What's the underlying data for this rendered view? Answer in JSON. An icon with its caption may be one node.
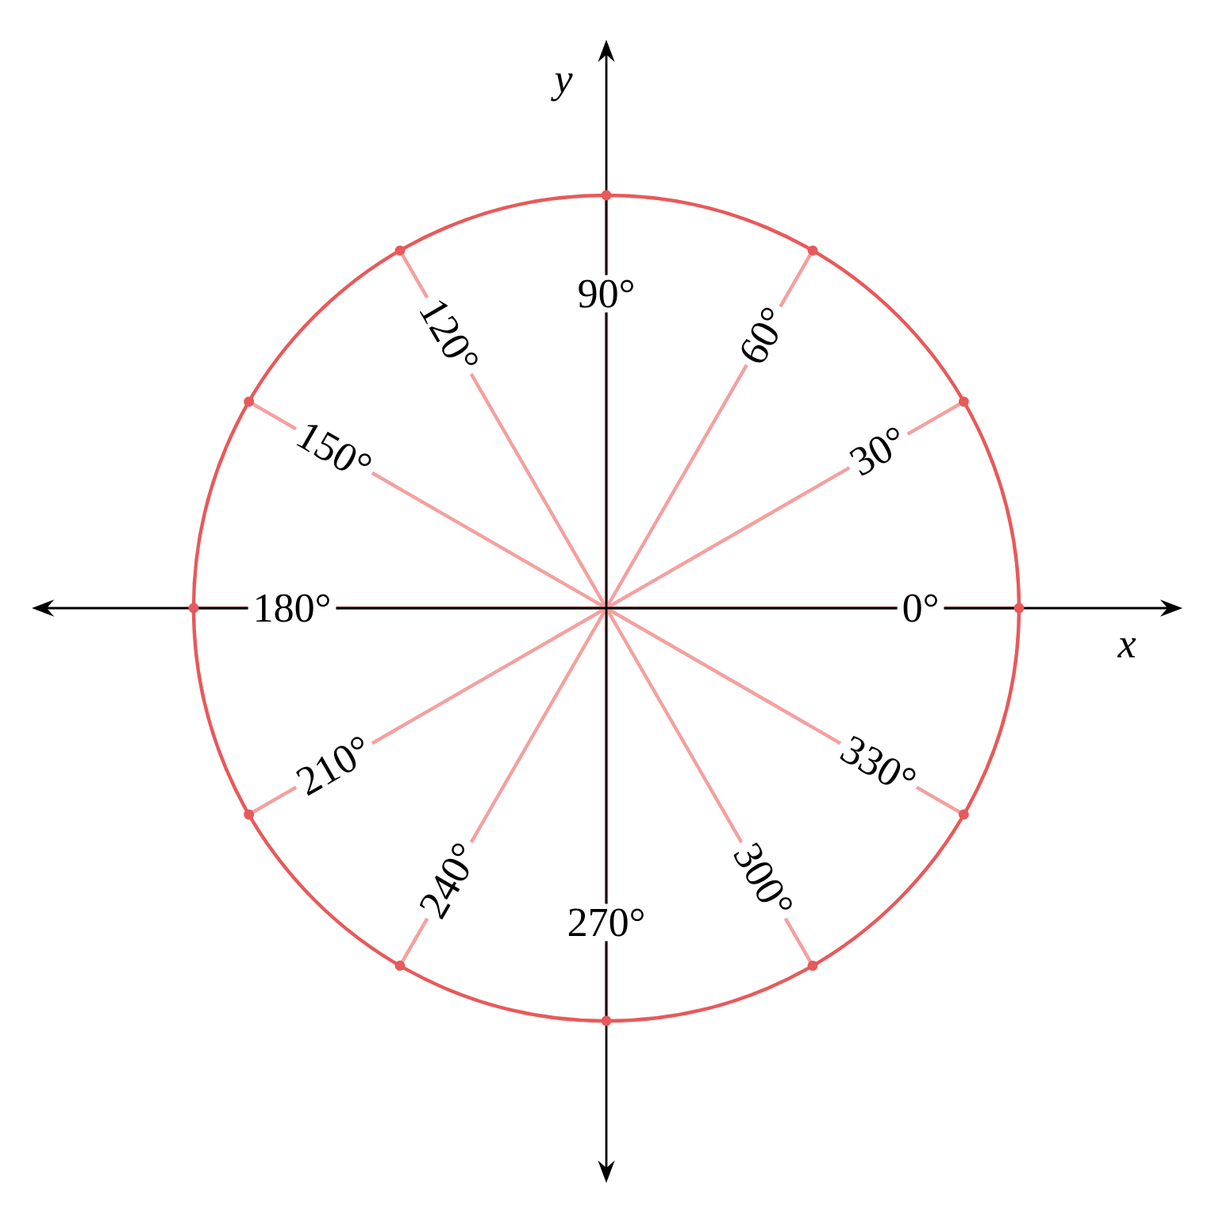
{
  "diagram": {
    "labels": [
      "y",
      "90°",
      "60°",
      "120°",
      "30°",
      "150°",
      "180°",
      "0°",
      "x",
      "210°",
      "330°",
      "240°",
      "300°",
      "270°"
    ]
  }
}
